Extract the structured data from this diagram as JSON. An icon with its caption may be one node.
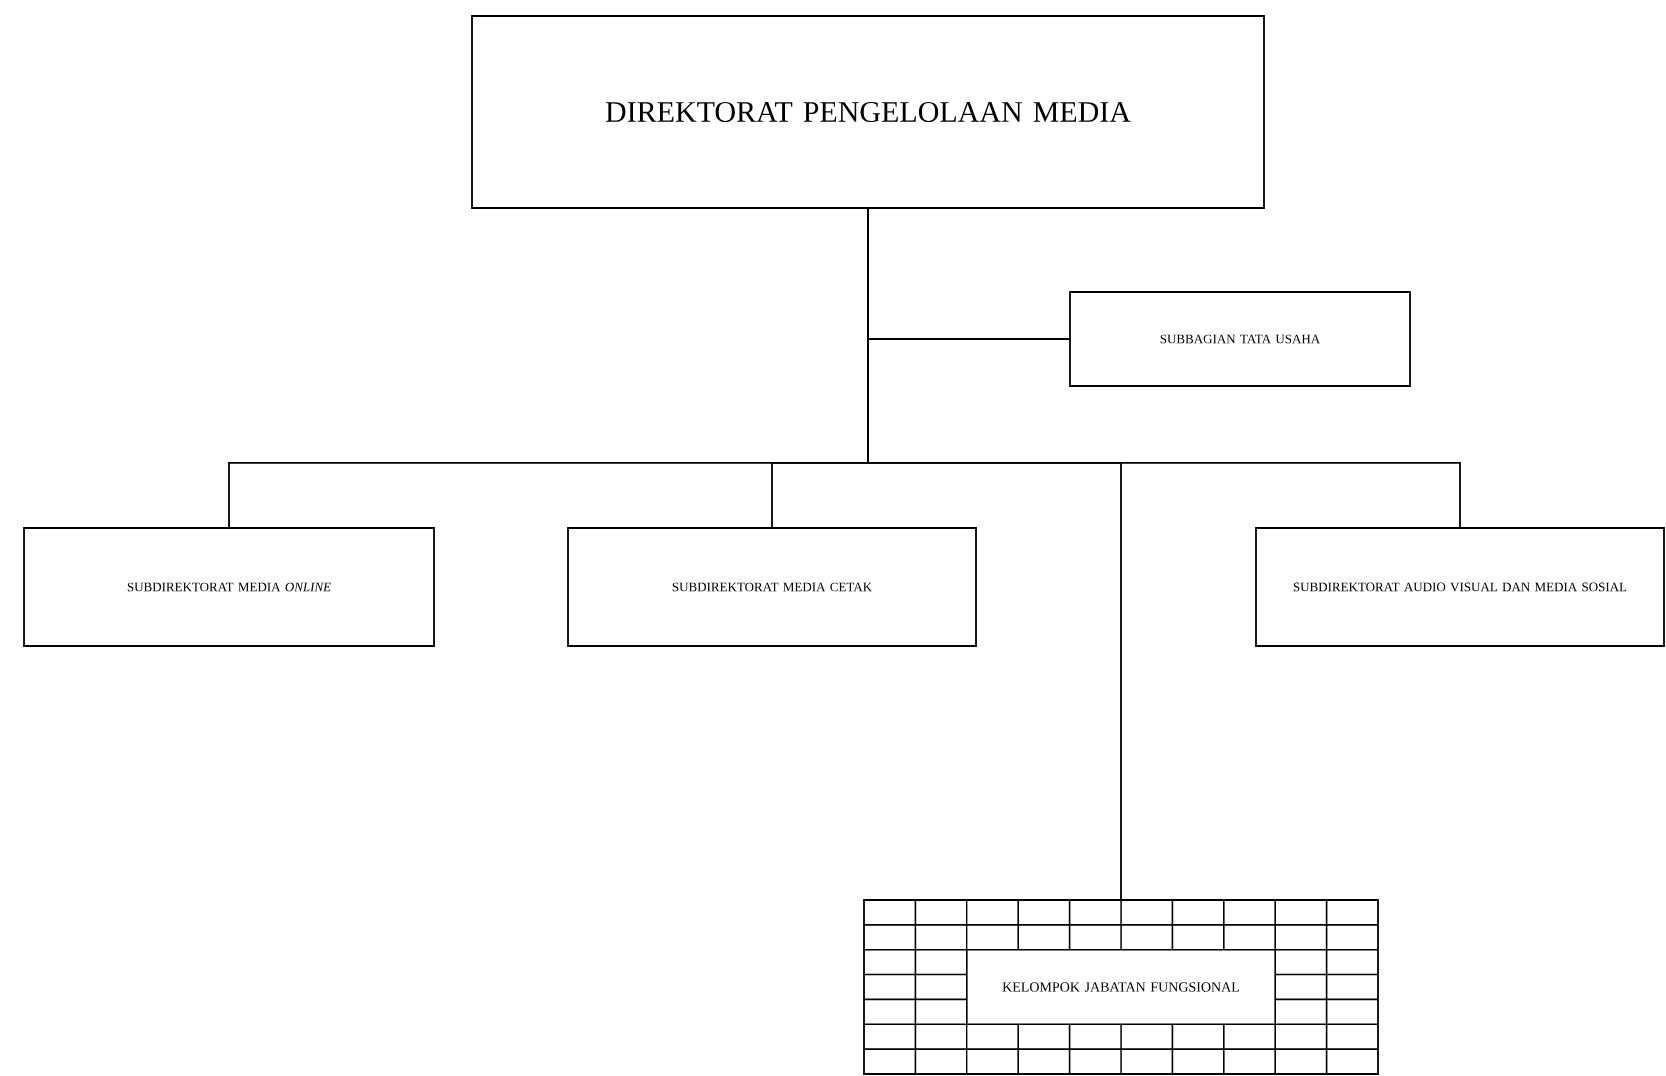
{
  "diagram": {
    "nodes": [
      {
        "text": [
          "DIREKTORAT PENGELOLAAN MEDIA"
        ]
      },
      {
        "text": [
          "SUBBAGIAN TATA USAHA"
        ]
      },
      {
        "text": [
          "SUBDIREKTORAT MEDIA *ONLINE*"
        ]
      },
      {
        "text": [
          "SUBDIREKTORAT MEDIA CETAK"
        ]
      },
      {
        "text": [
          "SUBDIREKTORAT AUDIO VISUAL DAN MEDIA SOSIAL"
        ]
      },
      {
        "text": [
          "KELOMPOK JABATAN FUNGSIONAL"
        ]
      }
    ],
    "edges": [
      {
        "from": 0,
        "to": 1,
        "arrow": "none"
      },
      {
        "from": 0,
        "to": 2,
        "arrow": "none"
      },
      {
        "from": 0,
        "to": 3,
        "arrow": "none"
      },
      {
        "from": 0,
        "to": 4,
        "arrow": "none"
      },
      {
        "from": 0,
        "to": 5,
        "arrow": "none"
      }
    ]
  }
}
